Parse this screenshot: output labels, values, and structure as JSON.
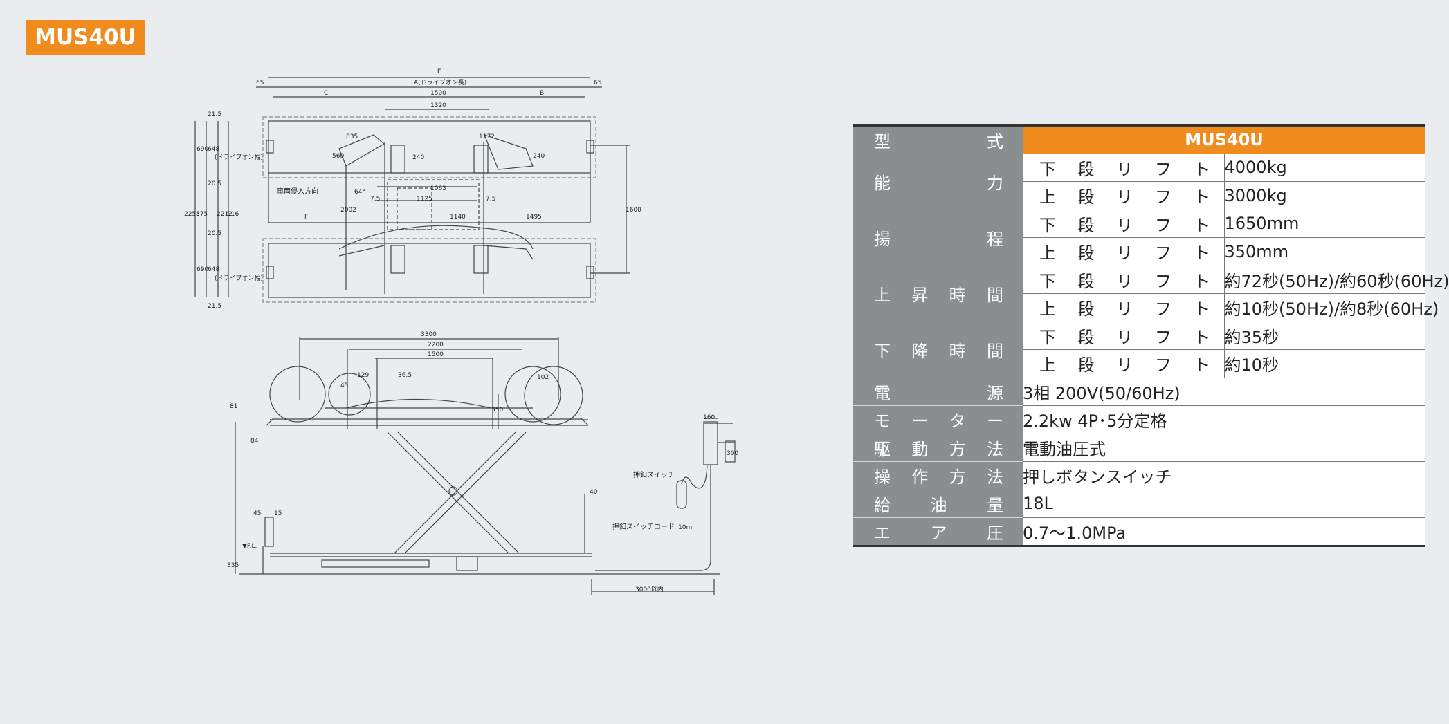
{
  "model_badge": "MUS40U",
  "drawing": {
    "top_view": {
      "dim_E": "E",
      "dim_A": "A(ドライブオン長)",
      "dim_65_left": "65",
      "dim_65_right": "65",
      "dim_C": "C",
      "dim_1500": "1500",
      "dim_B": "B",
      "dim_1320": "1320",
      "dim_21_5_top": "21.5",
      "dim_690_top": "690",
      "dim_648_top": "648",
      "drive_width_top": "(ドライブオン幅)",
      "dim_20_5_a": "20.5",
      "dim_2255": "2255",
      "dim_875": "875",
      "dim_2212": "2212",
      "dim_916": "916",
      "dim_20_5_b": "20.5",
      "dim_690_bottom": "690",
      "dim_648_bottom": "648",
      "drive_width_bottom": "(ドライブオン幅)",
      "dim_21_5_bottom": "21.5",
      "vehicle_direction": "車両侵入方向",
      "dim_F": "F",
      "dim_2002": "2002",
      "dim_7_5_left": "7.5",
      "dim_1125": "1125",
      "dim_1063": "1063",
      "dim_7_5_right": "7.5",
      "dim_1140": "1140",
      "dim_1495": "1495",
      "dim_1600": "1600",
      "dim_64deg": "64°",
      "dim_240": "240",
      "dim_835": "835",
      "dim_560": "560",
      "dim_1172": "1172",
      "dim_240b": "240"
    },
    "side_view": {
      "dim_3300": "3300",
      "dim_2200": "2200",
      "dim_1500": "1500",
      "dim_129": "129",
      "dim_36_5": "36.5",
      "dim_45_top": "45",
      "dim_102": "102",
      "dim_81": "81",
      "dim_84": "84",
      "dim_350": "350",
      "dim_45": "45",
      "dim_15": "15",
      "floor_label": "▼F.L.",
      "dim_335": "335",
      "dim_40": "40",
      "dim_160": "160",
      "dim_300": "300",
      "push_switch": "押釦スイッチ",
      "push_switch_cord": "押釦スイッチコード",
      "cord_length": "10m",
      "dim_3000": "3000以内"
    }
  },
  "spec_table": {
    "header": {
      "label": [
        "型",
        "式"
      ],
      "value": "MUS40U"
    },
    "capacity": {
      "label": [
        "能",
        "力"
      ],
      "rows": [
        {
          "sub": [
            "下",
            "段",
            "リ",
            "フ",
            "ト"
          ],
          "value": "4000kg"
        },
        {
          "sub": [
            "上",
            "段",
            "リ",
            "フ",
            "ト"
          ],
          "value": "3000kg"
        }
      ]
    },
    "lift_height": {
      "label": [
        "揚",
        "程"
      ],
      "rows": [
        {
          "sub": [
            "下",
            "段",
            "リ",
            "フ",
            "ト"
          ],
          "value": "1650mm"
        },
        {
          "sub": [
            "上",
            "段",
            "リ",
            "フ",
            "ト"
          ],
          "value": "350mm"
        }
      ]
    },
    "rise_time": {
      "label": [
        "上",
        "昇",
        "時",
        "間"
      ],
      "rows": [
        {
          "sub": [
            "下",
            "段",
            "リ",
            "フ",
            "ト"
          ],
          "value": "約72秒(50Hz)/約60秒(60Hz)"
        },
        {
          "sub": [
            "上",
            "段",
            "リ",
            "フ",
            "ト"
          ],
          "value": "約10秒(50Hz)/約8秒(60Hz)"
        }
      ]
    },
    "descent_time": {
      "label": [
        "下",
        "降",
        "時",
        "間"
      ],
      "rows": [
        {
          "sub": [
            "下",
            "段",
            "リ",
            "フ",
            "ト"
          ],
          "value": "約35秒"
        },
        {
          "sub": [
            "上",
            "段",
            "リ",
            "フ",
            "ト"
          ],
          "value": "約10秒"
        }
      ]
    },
    "single_rows": [
      {
        "label": [
          "電",
          "源"
        ],
        "value": "3相 200V(50/60Hz)"
      },
      {
        "label": [
          "モ",
          "ー",
          "タ",
          "ー"
        ],
        "value": "2.2kw 4P･5分定格"
      },
      {
        "label": [
          "駆",
          "動",
          "方",
          "法"
        ],
        "value": "電動油圧式"
      },
      {
        "label": [
          "操",
          "作",
          "方",
          "法"
        ],
        "value": "押しボタンスイッチ"
      },
      {
        "label": [
          "給",
          "油",
          "量"
        ],
        "value": "18L"
      },
      {
        "label": [
          "エ",
          "ア",
          "圧"
        ],
        "value": "0.7〜1.0MPa"
      }
    ]
  }
}
